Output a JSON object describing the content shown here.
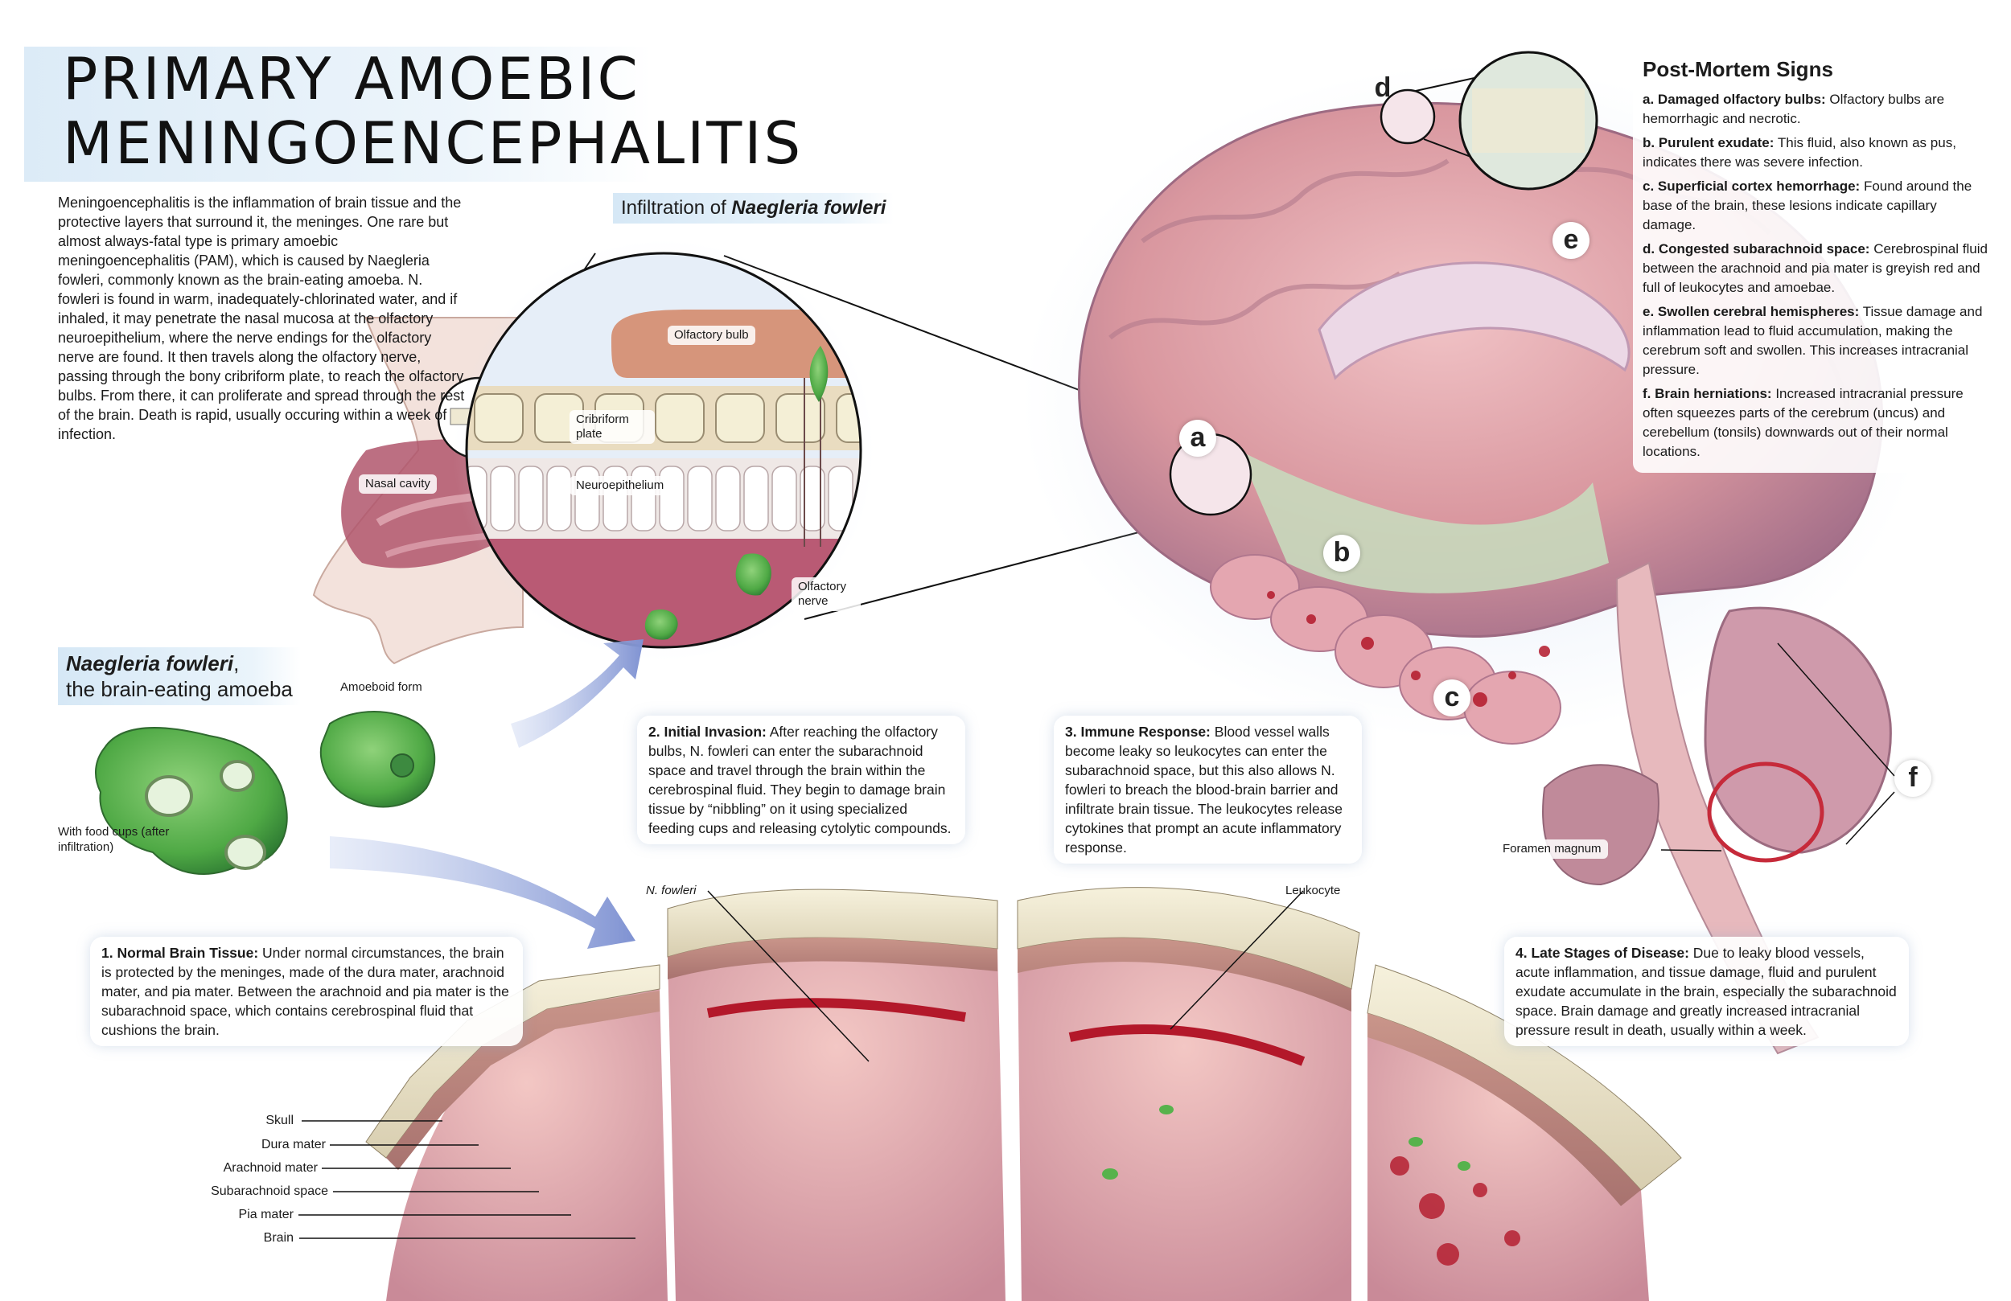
{
  "title_line1": "Primary Amoebic",
  "title_line2": "Meningoencephalitis",
  "intro_text": "Meningoencephalitis is the inflammation of brain tissue and the protective layers that surround it, the meninges. One rare but almost always-fatal type is primary amoebic meningoencephalitis (PAM), which is caused by Naegleria fowleri, commonly known as the brain-eating amoeba. N. fowleri is found in warm, inadequately-chlorinated water, and if inhaled, it may penetrate the nasal mucosa at the olfactory neuroepithelium, where the nerve endings for the olfactory nerve are found. It then travels along the olfactory nerve, passing through the bony cribriform plate, to reach the olfactory bulbs. From there, it can proliferate and spread through the rest of the brain. Death is rapid, usually occuring within a week of infection.",
  "infiltration_heading_prefix": "Infiltration of ",
  "infiltration_heading_species": "Naegleria fowleri",
  "labels": {
    "nasal_cavity": "Nasal cavity",
    "olfactory_bulb": "Olfactory bulb",
    "cribriform_plate": "Cribriform plate",
    "neuroepithelium": "Neuroepithelium",
    "olfactory_nerve": "Olfactory nerve",
    "foramen_magnum": "Foramen magnum",
    "n_fowleri": "N. fowleri",
    "leukocyte": "Leukocyte"
  },
  "amoeba": {
    "heading_species": "Naegleria fowleri",
    "heading_suffix": ",",
    "heading_line2": "the brain-eating amoeba",
    "amoeboid_form": "Amoeboid form",
    "food_cups": "With food cups (after infiltration)"
  },
  "steps": [
    {
      "title": "1. Normal Brain Tissue:",
      "text": "Under normal circumstances, the brain is protected by the meninges, made of the dura mater, arachnoid mater, and pia mater. Between the arachnoid and pia mater is the subarachnoid space, which contains cerebrospinal fluid that cushions the brain."
    },
    {
      "title": "2. Initial Invasion:",
      "text": "After reaching the olfactory bulbs, N. fowleri can enter the subarachnoid space and travel through the brain within the cerebrospinal fluid. They begin to damage brain tissue by “nibbling” on it using specialized feeding cups and releasing cytolytic compounds."
    },
    {
      "title": "3. Immune Response:",
      "text": "Blood vessel walls become leaky so leukocytes can enter the subarachnoid space, but this also allows N. fowleri to breach the blood-brain barrier and infiltrate brain tissue. The leukocytes release cytokines that prompt an acute inflammatory response."
    },
    {
      "title": "4. Late Stages of Disease:",
      "text": "Due to leaky blood vessels, acute inflammation, and tissue damage, fluid and purulent exudate accumulate in the brain, especially the subarachnoid space. Brain damage and greatly increased intracranial pressure result in death, usually within a week."
    }
  ],
  "layers": [
    "Skull",
    "Dura mater",
    "Arachnoid mater",
    "Subarachnoid space",
    "Pia mater",
    "Brain"
  ],
  "post_mortem": {
    "heading": "Post-Mortem Signs",
    "items": [
      {
        "key": "a.",
        "title": "Damaged olfactory bulbs:",
        "text": "Olfactory bulbs are hemorrhagic and necrotic."
      },
      {
        "key": "b.",
        "title": "Purulent exudate:",
        "text": "This fluid, also known as pus, indicates there was severe infection."
      },
      {
        "key": "c.",
        "title": "Superficial cortex hemorrhage:",
        "text": "Found around the base of the brain, these lesions indicate capillary damage."
      },
      {
        "key": "d.",
        "title": "Congested subarachnoid space:",
        "text": "Cerebrospinal fluid between the arachnoid and pia mater is greyish red and full of leukocytes and amoebae."
      },
      {
        "key": "e.",
        "title": "Swollen cerebral hemispheres:",
        "text": "Tissue damage and inflammation lead to fluid accumulation, making the cerebrum soft and swollen. This increases intracranial pressure."
      },
      {
        "key": "f.",
        "title": "Brain herniations:",
        "text": "Increased intracranial pressure often squeezes parts of the cerebrum (uncus) and cerebellum (tonsils) downwards out of their normal locations."
      }
    ]
  },
  "markers": {
    "a": "a",
    "b": "b",
    "c": "c",
    "d": "d",
    "e": "e",
    "f": "f"
  },
  "colors": {
    "band": "#dcebf7",
    "brain_pink": "#e9a6b0",
    "brain_shadow": "#b87c93",
    "amoeba_green": "#57b24c",
    "blood_red": "#b3182a",
    "bone": "#efe9d2",
    "arrow_blue": "#8d9ed6"
  }
}
